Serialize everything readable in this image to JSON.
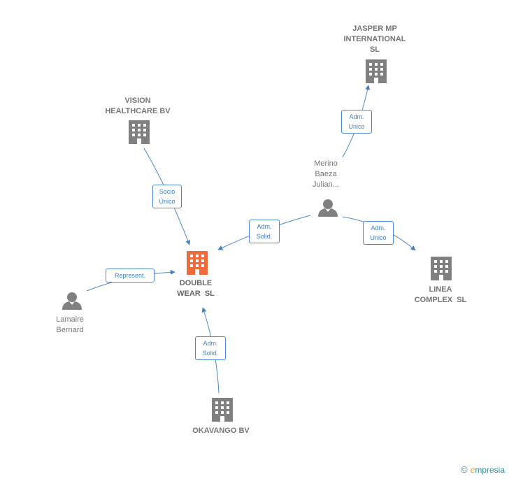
{
  "nodes": {
    "jasper": {
      "lines": [
        "JASPER MP",
        "INTERNATIONAL",
        "SL"
      ],
      "type": "company"
    },
    "vision": {
      "lines": [
        "VISION",
        "HEALTHCARE BV"
      ],
      "type": "company"
    },
    "merino": {
      "lines": [
        "Merino",
        "Baeza",
        "Julian..."
      ],
      "type": "person"
    },
    "double": {
      "lines": [
        "DOUBLE",
        "WEAR  SL"
      ],
      "type": "main-company"
    },
    "lamaire": {
      "lines": [
        "Lamaire",
        "Bernard"
      ],
      "type": "person"
    },
    "linea": {
      "lines": [
        "LINEA",
        "COMPLEX  SL"
      ],
      "type": "company"
    },
    "okavango": {
      "lines": [
        "OKAVANGO BV"
      ],
      "type": "company"
    }
  },
  "edges": {
    "merino_jasper": {
      "lines": [
        "Adm.",
        "Unico"
      ]
    },
    "vision_double": {
      "lines": [
        "Socio",
        "Único"
      ]
    },
    "merino_double": {
      "lines": [
        "Adm.",
        "Solid."
      ]
    },
    "merino_linea": {
      "lines": [
        "Adm.",
        "Unico"
      ]
    },
    "lamaire_double": {
      "lines": [
        "Represent."
      ]
    },
    "okavango_double": {
      "lines": [
        "Adm.",
        "Solid."
      ]
    }
  },
  "colors": {
    "company_icon": "#808080",
    "main_company_icon": "#ef6a3a",
    "person_icon": "#808080",
    "edge": "#4a86c8"
  },
  "brand": {
    "copyright": "©",
    "initial": "e",
    "name": "mpresia"
  }
}
